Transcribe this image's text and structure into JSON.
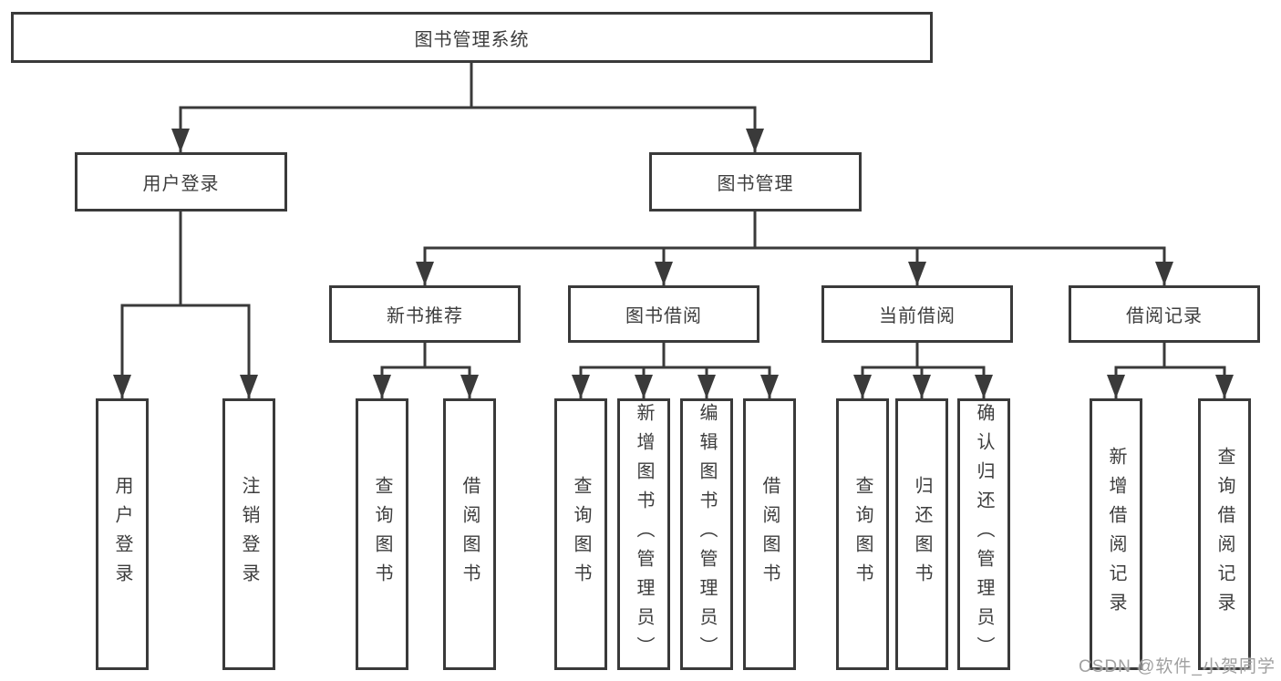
{
  "diagram": {
    "title": "图书管理系统",
    "level2": [
      {
        "label": "用户登录",
        "leaves": [
          "用户登录",
          "注销登录"
        ]
      },
      {
        "label": "图书管理",
        "groups": [
          {
            "label": "新书推荐",
            "leaves": [
              "查询图书",
              "借阅图书"
            ]
          },
          {
            "label": "图书借阅",
            "leaves": [
              "查询图书",
              "新增图书（管理员）",
              "编辑图书（管理员）",
              "借阅图书"
            ]
          },
          {
            "label": "当前借阅",
            "leaves": [
              "查询图书",
              "归还图书",
              "确认归还（管理员）"
            ]
          },
          {
            "label": "借阅记录",
            "leaves": [
              "新增借阅记录",
              "查询借阅记录"
            ]
          }
        ]
      }
    ]
  },
  "watermark": "CSDN @软件_小贺同学",
  "colors": {
    "line": "#3a3a3a",
    "box_border": "#3a3a3a",
    "text": "#3d3d3d",
    "background": "#ffffff",
    "watermark": "#a0a0a0"
  }
}
